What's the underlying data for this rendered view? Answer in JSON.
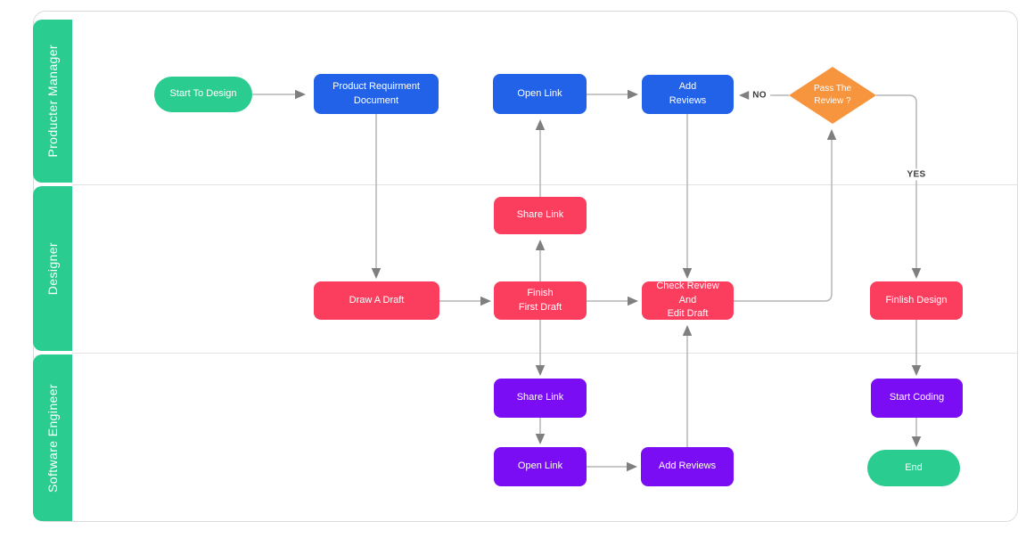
{
  "diagram": {
    "lanes": [
      {
        "label": "Producter Manager"
      },
      {
        "label": "Designer"
      },
      {
        "label": "Software Engineer"
      }
    ],
    "nodes": {
      "start": "Start To Design",
      "prd": "Product Requirment\nDocument",
      "open_link_pm": "Open Link",
      "add_reviews_pm": "Add\nReviews",
      "decision": "Pass The\nReview ?",
      "share_link_designer": "Share Link",
      "draw_a_draft": "Draw A Draft",
      "finish_first_draft": "Finish\nFirst Draft",
      "check_review": "Check Review And\nEdit Draft",
      "finlish_design": "Finlish Design",
      "share_link_se": "Share Link",
      "open_link_se": "Open Link",
      "add_reviews_se": "Add Reviews",
      "start_coding": "Start Coding",
      "end": "End"
    },
    "edge_labels": {
      "no": "NO",
      "yes": "YES"
    },
    "colors": {
      "green": "#2BCC90",
      "blue": "#2262E8",
      "red": "#FB3D5E",
      "purple": "#7B0DF4",
      "orange": "#F7953E",
      "line": "#B5B5B5",
      "arrow": "#7F7F7F",
      "border": "#DBDBDB"
    }
  }
}
